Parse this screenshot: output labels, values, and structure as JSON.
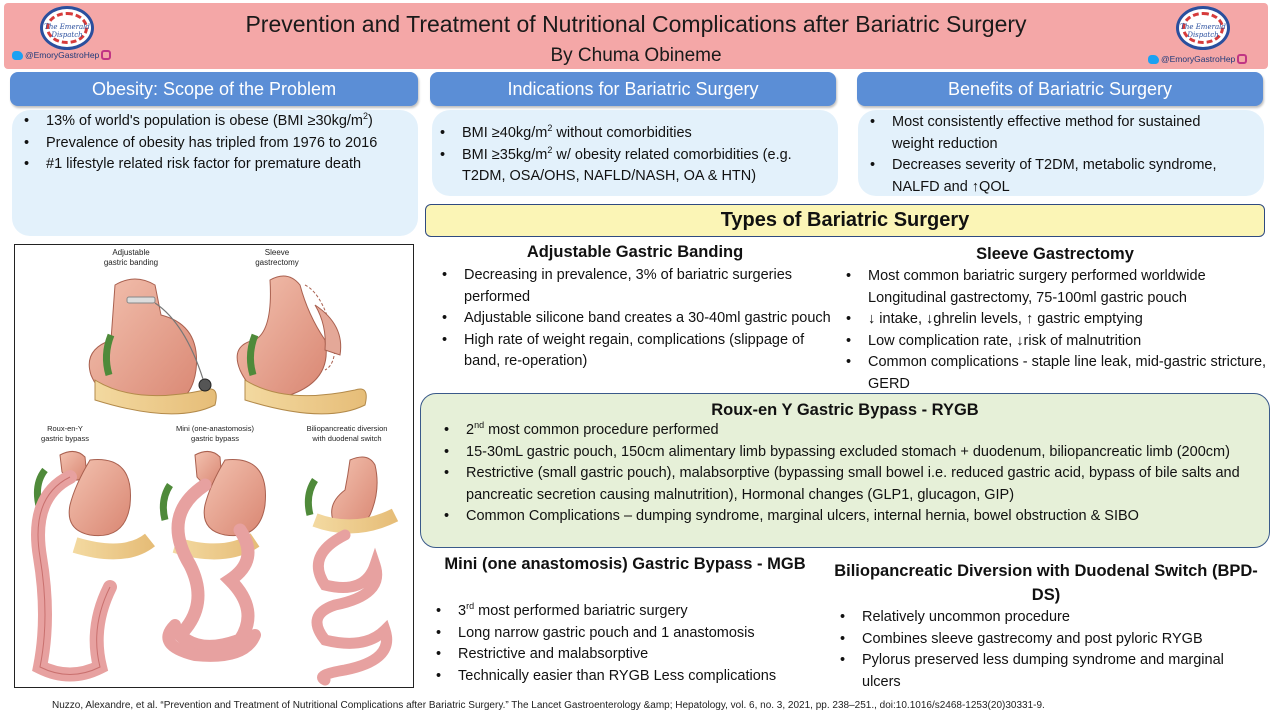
{
  "header": {
    "title": "Prevention and Treatment of Nutritional Complications after Bariatric Surgery",
    "author": "By Chuma Obineme",
    "logo_text": "The Emerald Dispatch",
    "handle_left": "@EmoryGastroHep",
    "handle_right": "@EmoryGastroHep"
  },
  "obesity": {
    "heading": "Obesity: Scope of the Problem",
    "items": [
      "13% of world's population is obese (BMI ≥30kg/m²)",
      "Prevalence of obesity has tripled from 1976 to 2016",
      "#1 lifestyle related risk factor for premature death"
    ]
  },
  "indications": {
    "heading": "Indications for Bariatric Surgery",
    "items": [
      "BMI ≥40kg/m² without comorbidities",
      "BMI ≥35kg/m² w/ obesity related comorbidities (e.g. T2DM, OSA/OHS, NAFLD/NASH, OA & HTN)"
    ]
  },
  "benefits": {
    "heading": "Benefits of Bariatric Surgery",
    "items": [
      "Most consistently effective method for sustained weight reduction",
      "Decreases severity of T2DM, metabolic syndrome, NALFD and ↑QOL"
    ]
  },
  "types": {
    "heading": "Types of Bariatric Surgery"
  },
  "figure": {
    "labels": {
      "agb": "Adjustable gastric banding",
      "sleeve": "Sleeve gastrectomy",
      "rygb": "Roux-en-Y gastric bypass",
      "mini": "Mini (one-anastomosis) gastric bypass",
      "bpd": "Biliopancreatic diversion with duodenal switch"
    }
  },
  "banding": {
    "heading": "Adjustable Gastric Banding",
    "items": [
      "Decreasing in prevalence, 3% of bariatric surgeries performed",
      "Adjustable silicone band creates a 30-40ml gastric pouch",
      "High rate of weight regain, complications (slippage of band, re-operation)"
    ]
  },
  "sleeve": {
    "heading": "Sleeve Gastrectomy",
    "items": [
      "Most common bariatric surgery performed worldwide Longitudinal gastrectomy, 75-100ml gastric pouch",
      "↓ intake, ↓ghrelin levels, ↑ gastric emptying",
      "Low complication rate, ↓risk of malnutrition",
      "Common complications - staple line leak, mid-gastric stricture, GERD"
    ]
  },
  "rygb": {
    "heading": "Roux-en Y Gastric Bypass - RYGB",
    "items": [
      "2nd most common procedure performed",
      "15-30mL gastric pouch, 150cm alimentary limb bypassing excluded stomach + duodenum, biliopancreatic limb (200cm)",
      "Restrictive (small gastric pouch), malabsorptive (bypassing small bowel i.e. reduced gastric acid, bypass of bile salts and pancreatic secretion causing malnutrition), Hormonal changes (GLP1, glucagon, GIP)",
      "Common Complications – dumping syndrome, marginal ulcers, internal hernia, bowel obstruction & SIBO"
    ]
  },
  "mgb": {
    "heading": "Mini (one anastomosis) Gastric Bypass - MGB",
    "items": [
      "3rd most performed bariatric surgery",
      "Long narrow gastric pouch and 1 anastomosis",
      "Restrictive and malabsorptive",
      "Technically easier than RYGB Less complications"
    ]
  },
  "bpd": {
    "heading": "Biliopancreatic Diversion with Duodenal Switch (BPD-DS)",
    "items": [
      "Relatively uncommon procedure",
      "Combines sleeve gastrecomy and post pyloric RYGB",
      "Pylorus preserved less dumping syndrome and marginal ulcers"
    ]
  },
  "citation": "Nuzzo, Alexandre, et al. “Prevention and Treatment of Nutritional Complications after Bariatric Surgery.” The Lancet Gastroenterology &amp; Hepatology, vol. 6, no. 3, 2021, pp. 238–251., doi:10.1016/s2468-1253(20)30331-9.",
  "colors": {
    "header_bg": "#f4a7a7",
    "section_bar": "#5b8ed6",
    "panel_bg": "#e3f1fb",
    "types_bar": "#fbf5b6",
    "rygb_bg": "#e6f0d8"
  }
}
